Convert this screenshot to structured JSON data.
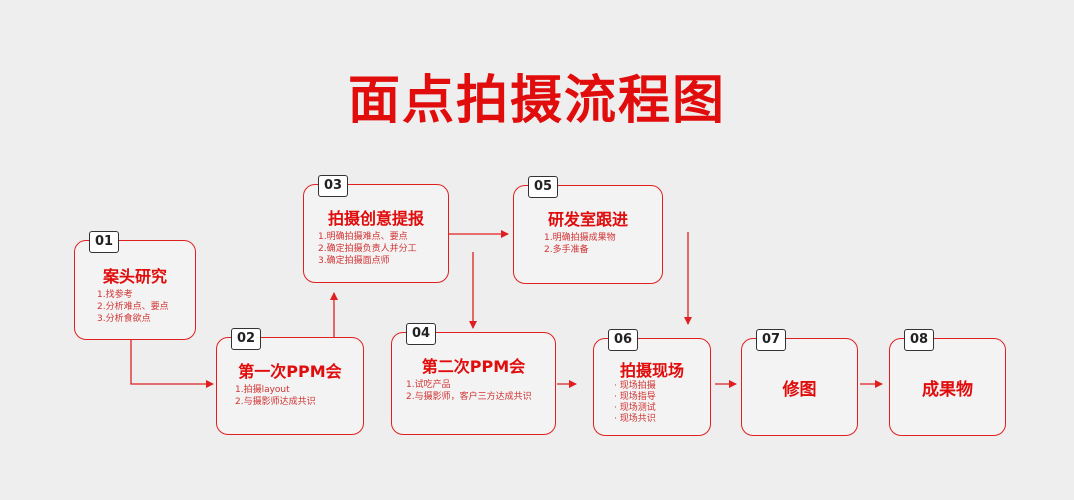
{
  "title": "面点拍摄流程图",
  "steps": [
    {
      "num": "01",
      "title": "案头研究",
      "items": [
        "1.找参考",
        "2.分析难点、要点",
        "3.分析食欲点"
      ]
    },
    {
      "num": "02",
      "title": "第一次PPM会",
      "items": [
        "1.拍摄layout",
        "2.与摄影师达成共识"
      ]
    },
    {
      "num": "03",
      "title": "拍摄创意提报",
      "items": [
        "1.明确拍摄难点、要点",
        "2.确定拍摄负责人并分工",
        "3.确定拍摄面点师"
      ]
    },
    {
      "num": "04",
      "title": "第二次PPM会",
      "items": [
        "1.试吃产品",
        "2.与摄影师，客户三方达成共识"
      ]
    },
    {
      "num": "05",
      "title": "研发室跟进",
      "items": [
        "1.明确拍摄成果物",
        "2.多手准备"
      ]
    },
    {
      "num": "06",
      "title": "拍摄现场",
      "items": [
        "· 现场拍摄",
        "· 现场指导",
        "· 现场测试",
        "· 现场共识"
      ]
    },
    {
      "num": "07",
      "title": "修图",
      "items": []
    },
    {
      "num": "08",
      "title": "成果物",
      "items": []
    }
  ]
}
